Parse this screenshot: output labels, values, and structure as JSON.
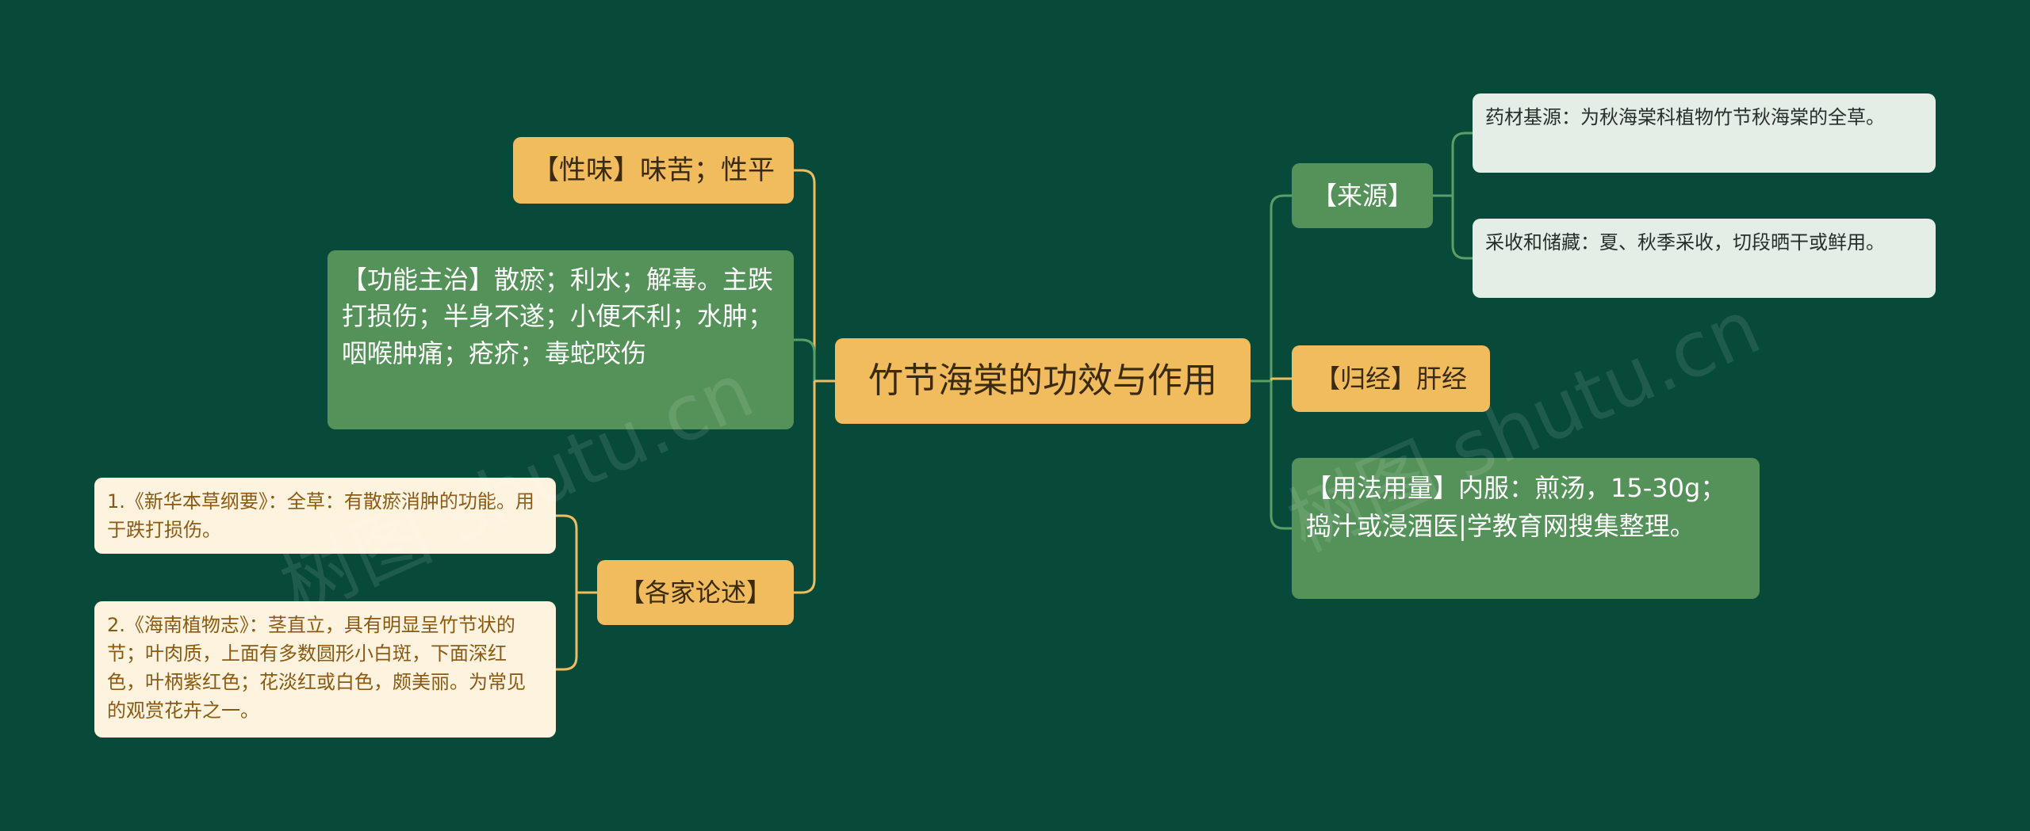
{
  "root": {
    "label": "竹节海棠的功效与作用"
  },
  "left": {
    "taste": "【性味】味苦；性平",
    "function": "【功能主治】散瘀；利水；解毒。主跌打损伤；半身不遂；小便不利；水肿；咽喉肿痛；疮疥；毒蛇咬伤",
    "discussion": {
      "label": "【各家论述】",
      "items": [
        "1.《新华本草纲要》：全草：有散瘀消肿的功能。用于跌打损伤。",
        "2.《海南植物志》：茎直立，具有明显呈竹节状的节；叶肉质，上面有多数圆形小白斑，下面深红色，叶柄紫红色；花淡红或白色，颇美丽。为常见的观赏花卉之一。"
      ]
    }
  },
  "right": {
    "source": {
      "label": "【来源】",
      "items": [
        "药材基源：为秋海棠科植物竹节秋海棠的全草。",
        "采收和储藏：夏、秋季采收，切段晒干或鲜用。"
      ]
    },
    "meridian": "【归经】肝经",
    "usage": "【用法用量】内服：煎汤，15-30g；捣汁或浸酒医|学教育网搜集整理。"
  },
  "watermark": [
    "树图 shutu.cn",
    "树图 shutu.cn"
  ],
  "colors": {
    "background": "#074a39",
    "orange": "#f0bc5e",
    "green": "#55925a",
    "cream": "#fdf3df",
    "mint": "#e2eee6",
    "orange_line": "#f0bc5e",
    "green_line": "#5a9e68"
  }
}
